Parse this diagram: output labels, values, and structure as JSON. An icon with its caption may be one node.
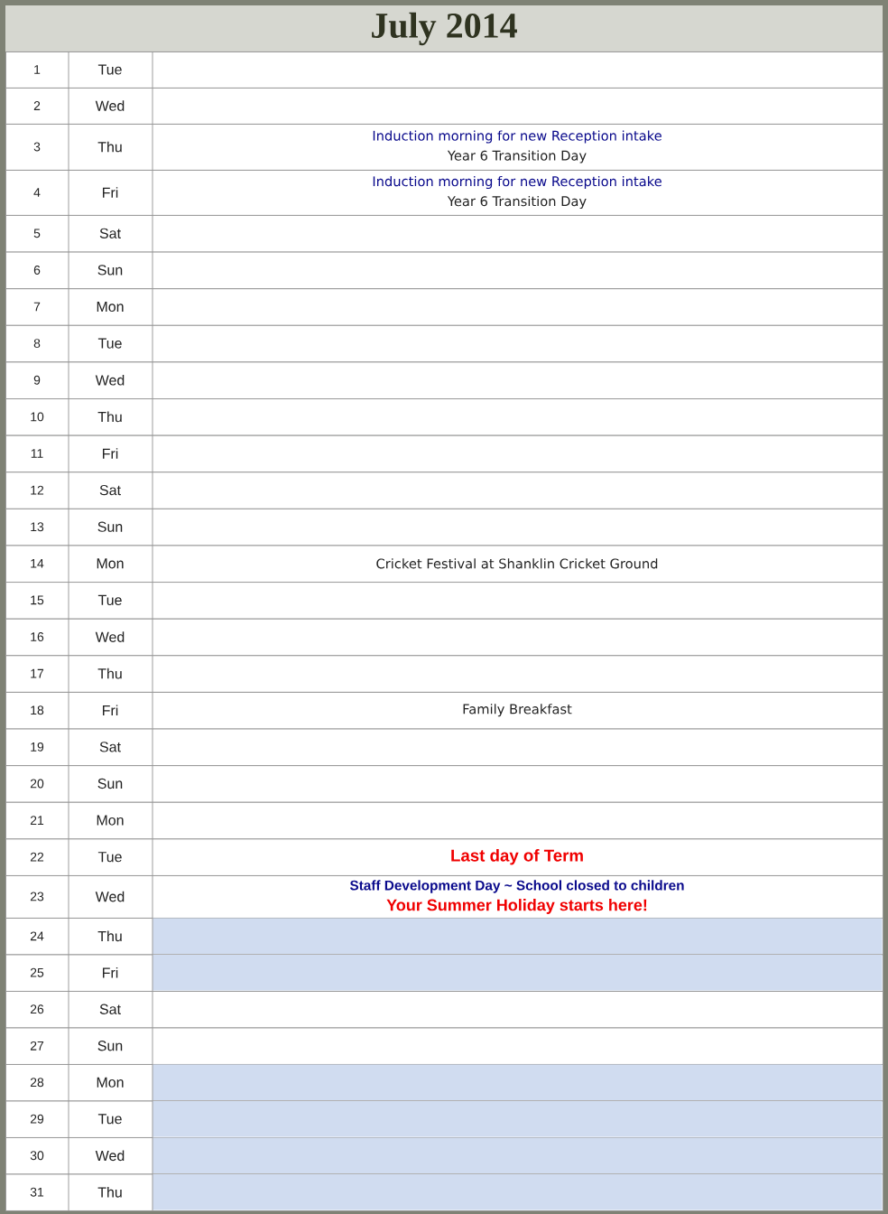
{
  "diagram": {
    "title": "July 2014",
    "nodes": [
      {
        "text": [
          "1",
          "Tue"
        ]
      },
      {
        "text": [
          "2",
          "Wed"
        ]
      },
      {
        "text": [
          "3",
          "Thu",
          "Induction morning for new Reception intake",
          "Year 6 Transition Day"
        ]
      },
      {
        "text": [
          "4",
          "Fri",
          "Induction morning for new Reception intake",
          "Year 6 Transition Day"
        ]
      },
      {
        "text": [
          "5",
          "Sat"
        ]
      },
      {
        "text": [
          "6",
          "Sun"
        ]
      },
      {
        "text": [
          "7",
          "Mon"
        ]
      },
      {
        "text": [
          "8",
          "Tue"
        ]
      },
      {
        "text": [
          "9",
          "Wed"
        ]
      },
      {
        "text": [
          "10",
          "Thu"
        ]
      },
      {
        "text": [
          "11",
          "Fri"
        ]
      },
      {
        "text": [
          "12",
          "Sat"
        ]
      },
      {
        "text": [
          "13",
          "Sun"
        ]
      },
      {
        "text": [
          "14",
          "Mon",
          "Cricket Festival at Shanklin Cricket Ground"
        ]
      },
      {
        "text": [
          "15",
          "Tue"
        ]
      },
      {
        "text": [
          "16",
          "Wed"
        ]
      },
      {
        "text": [
          "17",
          "Thu"
        ]
      },
      {
        "text": [
          "18",
          "Fri",
          "Family Breakfast"
        ]
      },
      {
        "text": [
          "19",
          "Sat"
        ]
      },
      {
        "text": [
          "20",
          "Sun"
        ]
      },
      {
        "text": [
          "21",
          "Mon"
        ]
      },
      {
        "text": [
          "22",
          "Tue",
          "Last day of Term"
        ]
      },
      {
        "text": [
          "23",
          "Wed",
          "Staff Development Day ~ School closed to children",
          "Your Summer Holiday starts here!"
        ]
      },
      {
        "text": [
          "24",
          "Thu"
        ]
      },
      {
        "text": [
          "25",
          "Fri"
        ]
      },
      {
        "text": [
          "26",
          "Sat"
        ]
      },
      {
        "text": [
          "27",
          "Sun"
        ]
      },
      {
        "text": [
          "28",
          "Mon"
        ]
      },
      {
        "text": [
          "29",
          "Tue"
        ]
      },
      {
        "text": [
          "30",
          "Wed"
        ]
      },
      {
        "text": [
          "31",
          "Thu"
        ]
      }
    ]
  }
}
